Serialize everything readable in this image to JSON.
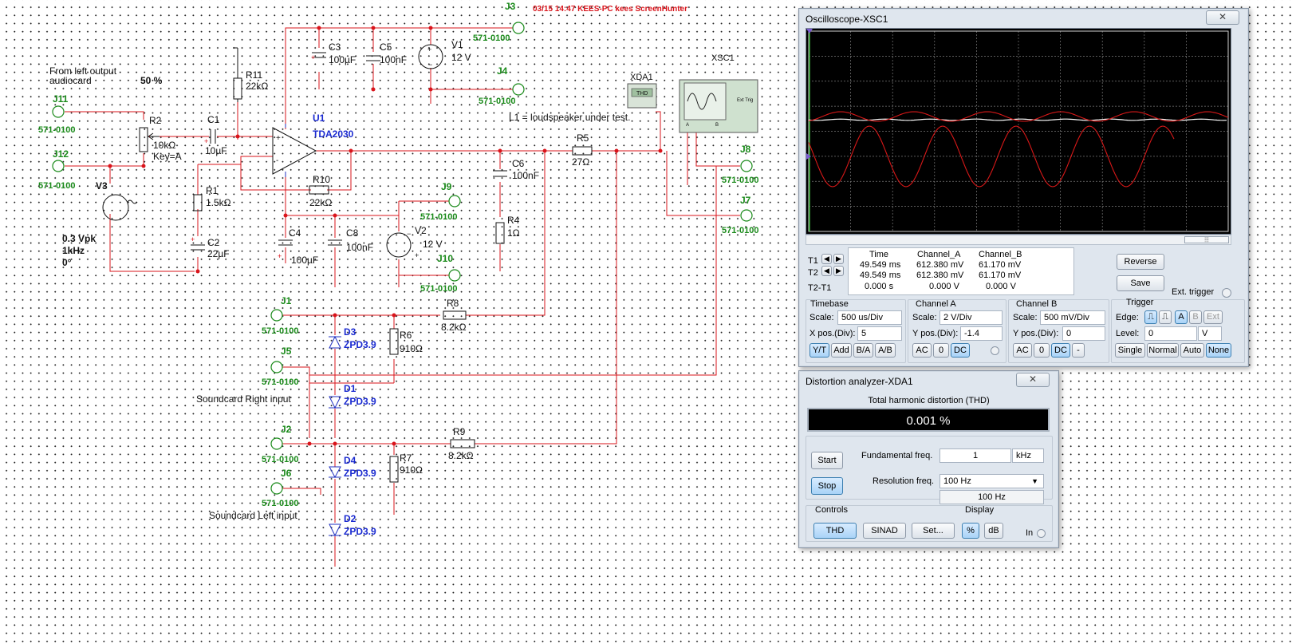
{
  "watermark": "03/15  14:47  KEES-PC  kees  ScreenHunter",
  "schematic": {
    "annotations": {
      "from_left_l1": "From left output",
      "from_left_l2": "audiocard",
      "pot_percent": "50 %",
      "loudspeaker": "L1 = loudspeaker under test.",
      "sc_right": "Soundcard Right input",
      "sc_left": "Soundcard Left input"
    },
    "connectors": {
      "J3": "J3",
      "J4": "J4",
      "J11": "J11",
      "J12": "J12",
      "J9": "J9",
      "J10": "J10",
      "J8": "J8",
      "J7": "J7",
      "J1": "J1",
      "J5": "J5",
      "J2": "J2",
      "J6": "J6",
      "part": "571-0100"
    },
    "components": {
      "R11": {
        "ref": "R11",
        "val": "22kΩ"
      },
      "C1": {
        "ref": "C1",
        "val": "10µF"
      },
      "R2": {
        "ref": "R2",
        "val": "10kΩ",
        "key": "Key=A"
      },
      "U1": {
        "ref": "U1",
        "val": "TDA2030"
      },
      "C3": {
        "ref": "C3",
        "val": "100µF"
      },
      "C5": {
        "ref": "C5",
        "val": "100nF"
      },
      "V1": {
        "ref": "V1",
        "val": "12 V"
      },
      "R10": {
        "ref": "R10",
        "val": "22kΩ"
      },
      "R1": {
        "ref": "R1",
        "val": "1.5kΩ"
      },
      "C2": {
        "ref": "C2",
        "val": "22µF"
      },
      "C4": {
        "ref": "C4",
        "val": "100µF"
      },
      "C8": {
        "ref": "C8",
        "val": "100nF"
      },
      "V2": {
        "ref": "V2",
        "val": "12 V"
      },
      "V3": {
        "ref": "V3",
        "l1": "0.3 Vpk",
        "l2": "1kHz",
        "l3": "0°"
      },
      "C6": {
        "ref": "C6",
        "val": "100nF"
      },
      "R4": {
        "ref": "R4",
        "val": "1Ω"
      },
      "R5": {
        "ref": "R5",
        "val": "27Ω"
      },
      "XDA1": {
        "ref": "XDA1",
        "inner": "THD"
      },
      "XSC1": {
        "ref": "XSC1",
        "ext": "Ext Trig",
        "a": "A",
        "b": "B"
      },
      "R8": {
        "ref": "R8",
        "val": "8.2kΩ"
      },
      "R6": {
        "ref": "R6",
        "val": "910Ω"
      },
      "D3": {
        "ref": "D3",
        "val": "ZPD3.9"
      },
      "D1": {
        "ref": "D1",
        "val": "ZPD3.9"
      },
      "R9": {
        "ref": "R9",
        "val": "8.2kΩ"
      },
      "R7": {
        "ref": "R7",
        "val": "910Ω"
      },
      "D4": {
        "ref": "D4",
        "val": "ZPD3.9"
      },
      "D2": {
        "ref": "D2",
        "val": "ZPD3.9"
      }
    }
  },
  "oscilloscope": {
    "title": "Oscilloscope-XSC1",
    "close": "✕",
    "colors": {
      "trace_a": "#ffffff",
      "trace_b": "#d81818",
      "screen": "#000000",
      "grid": "#7a7a7a"
    },
    "readout": {
      "headers": [
        "Time",
        "Channel_A",
        "Channel_B"
      ],
      "rows": [
        {
          "label": "T1",
          "time": "49.549 ms",
          "a": "612.380 mV",
          "b": "61.170 mV"
        },
        {
          "label": "T2",
          "time": "49.549 ms",
          "a": "612.380 mV",
          "b": "61.170 mV"
        },
        {
          "label": "T2-T1",
          "time": "0.000 s",
          "a": "0.000 V",
          "b": "0.000 V"
        }
      ]
    },
    "reverse": "Reverse",
    "save": "Save",
    "ext_trigger": "Ext. trigger",
    "timebase": {
      "title": "Timebase",
      "scale_label": "Scale:",
      "scale": "500 us/Div",
      "xpos_label": "X pos.(Div):",
      "xpos": "5",
      "buttons": [
        "Y/T",
        "Add",
        "B/A",
        "A/B"
      ]
    },
    "channel_a": {
      "title": "Channel A",
      "scale_label": "Scale:",
      "scale": "2  V/Div",
      "ypos_label": "Y pos.(Div):",
      "ypos": "-1.4",
      "buttons": [
        "AC",
        "0",
        "DC"
      ]
    },
    "channel_b": {
      "title": "Channel B",
      "scale_label": "Scale:",
      "scale": "500 mV/Div",
      "ypos_label": "Y pos.(Div):",
      "ypos": "0",
      "buttons": [
        "AC",
        "0",
        "DC",
        "-"
      ]
    },
    "trigger": {
      "title": "Trigger",
      "edge_label": "Edge:",
      "level_label": "Level:",
      "level": "0",
      "level_unit": "V",
      "edge_a": "A",
      "edge_b": "B",
      "edge_ext": "Ext",
      "buttons": [
        "Single",
        "Normal",
        "Auto",
        "None"
      ]
    }
  },
  "distortion": {
    "title": "Distortion analyzer-XDA1",
    "close": "✕",
    "thd_title": "Total harmonic distortion (THD)",
    "thd_value": "0.001 %",
    "start": "Start",
    "stop": "Stop",
    "fund_label": "Fundamental freq.",
    "fund_value": "1",
    "fund_unit": "kHz",
    "res_label": "Resolution freq.",
    "res_value": "100 Hz",
    "res_display": "100 Hz",
    "controls_title": "Controls",
    "display_title": "Display",
    "thd_btn": "THD",
    "sinad_btn": "SINAD",
    "set_btn": "Set...",
    "pct_btn": "%",
    "db_btn": "dB",
    "in_label": "In"
  }
}
